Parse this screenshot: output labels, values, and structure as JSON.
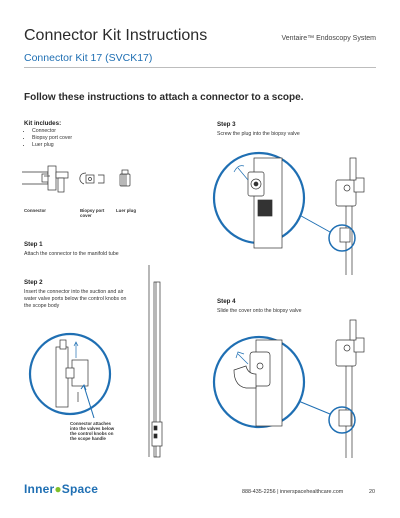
{
  "header": {
    "title": "Connector Kit Instructions",
    "brand_line": "Ventaire™ Endoscopy System",
    "subtitle": "Connector Kit 17 (SVCK17)"
  },
  "intro": "Follow these instructions to attach a connector to a scope.",
  "kit": {
    "heading": "Kit includes:",
    "items": [
      "Connector",
      "Biopsy port cover",
      "Luer plug"
    ],
    "captions": {
      "connector": "Connector",
      "cover_1": "Biopsy port",
      "cover_2": "cover",
      "plug": "Luer plug"
    }
  },
  "steps": [
    {
      "heading": "Step 1",
      "text": "Attach the connector to the manifold tube"
    },
    {
      "heading": "Step 2",
      "text_lines": [
        "Insert the connector into the suction and air",
        "water valve ports below the control knobs on",
        "the scope body"
      ]
    },
    {
      "heading": "Step 3",
      "text": "Screw the plug into the biopsy valve"
    },
    {
      "heading": "Step 4",
      "text": "Slide the cover onto the biopsy valve"
    }
  ],
  "callout": [
    "Connector attaches",
    "into the valves below",
    "the control knobs on",
    "the scope handle"
  ],
  "footer": {
    "logo_left": "Inner",
    "logo_right": "Space",
    "contact": "888-435-2256 | innerspacehealthcare.com",
    "page": "20"
  },
  "colors": {
    "accent": "#1f6fb3",
    "rule": "#bdbdbd",
    "text": "#222222"
  }
}
